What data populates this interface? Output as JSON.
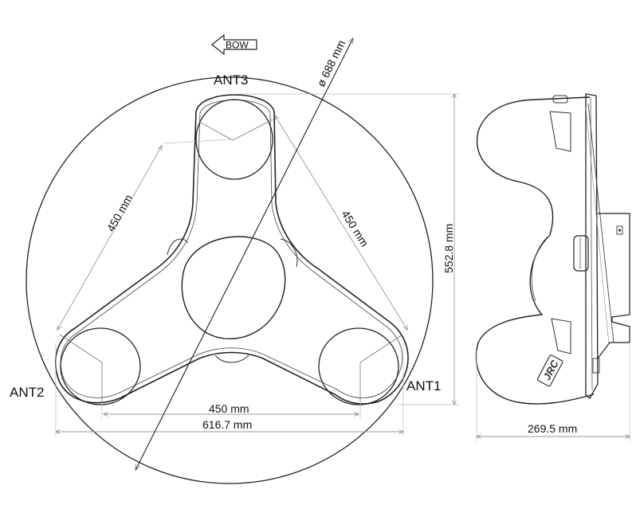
{
  "direction": {
    "bow": "BOW"
  },
  "antennas": {
    "ant1": "ANT1",
    "ant2": "ANT2",
    "ant3": "ANT3"
  },
  "dimensions": {
    "diameter": "ø 688 mm",
    "spacing_left": "450 mm",
    "spacing_right": "450 mm",
    "spacing_bottom": "450 mm",
    "overall_width": "616.7 mm",
    "overall_height": "552.8 mm",
    "side_width": "269.5 mm"
  },
  "logo": "JRC",
  "colors": {
    "line": "#222222",
    "dimension": "#999999",
    "background": "#ffffff"
  }
}
